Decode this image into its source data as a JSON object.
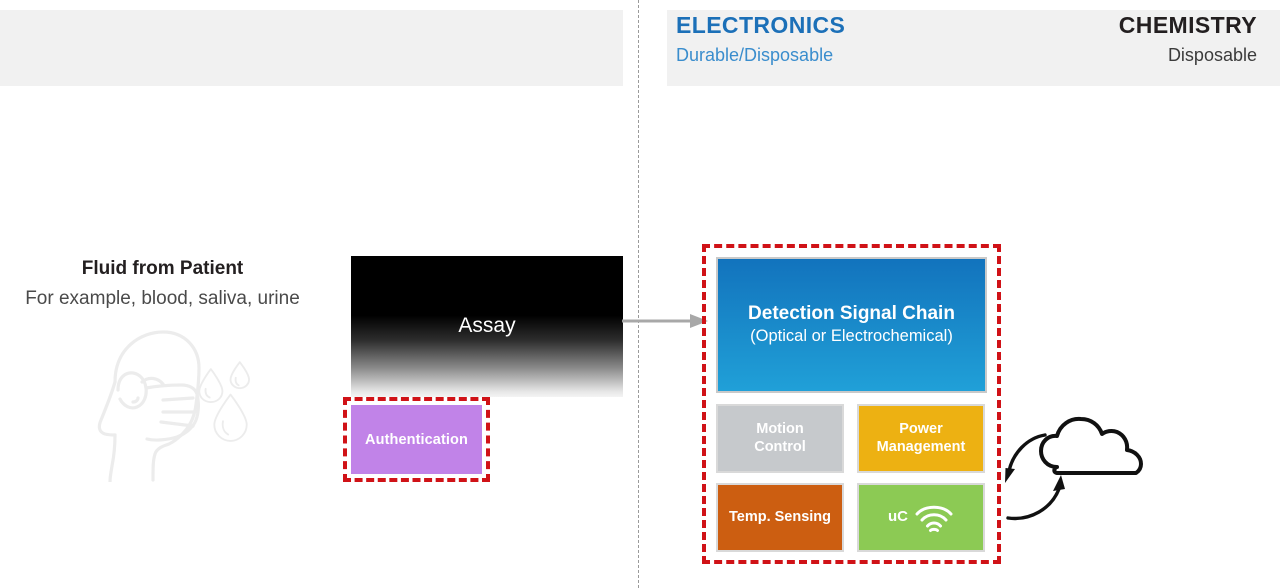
{
  "header": {
    "chemistry": {
      "title": "CHEMISTRY",
      "subtitle": "Disposable",
      "color": "#231f20"
    },
    "electronics": {
      "title": "ELECTRONICS",
      "subtitle": "Durable/Disposable",
      "color": "#1c70b8"
    }
  },
  "left": {
    "caption_title": "Fluid from Patient",
    "caption_subtitle": "For example, blood, saliva, urine",
    "illustration": "masked-face-and-droplets"
  },
  "chemistry": {
    "assay_label": "Assay",
    "authentication_label": "Authentication",
    "authentication_color": "#c183e8",
    "highlight_color": "#d01217"
  },
  "electronics": {
    "detection": {
      "title": "Detection Signal Chain",
      "subtitle": "(Optical or Electrochemical)",
      "color": "#1a8ccb"
    },
    "blocks": [
      {
        "label": "Motion\nControl",
        "line1": "Motion",
        "line2": "Control",
        "color": "#c6c9cc"
      },
      {
        "label": "Power\nManagement",
        "line1": "Power",
        "line2": "Management",
        "color": "#edb112"
      },
      {
        "label": "Temp. Sensing",
        "line1": "Temp. Sensing",
        "line2": "",
        "color": "#cc5e11"
      },
      {
        "label": "uC",
        "line1": "uC",
        "line2": "",
        "color": "#8cca54",
        "icon": "wifi-icon"
      }
    ],
    "highlight_color": "#d01217"
  },
  "connectors": {
    "assay_to_detection": "arrow-right",
    "cloud_uplink": "arrow-curve-up",
    "cloud_downlink": "arrow-curve-down",
    "cloud": "cloud-icon"
  }
}
